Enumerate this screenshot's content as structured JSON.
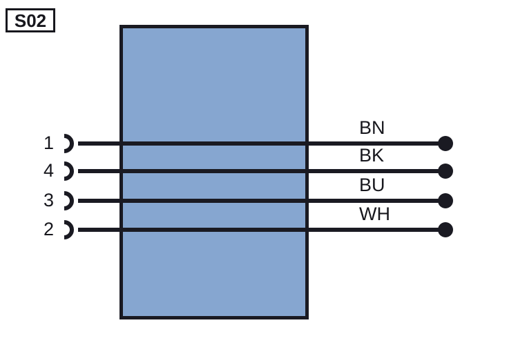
{
  "background_color": "#ffffff",
  "line_color": "#1a1a22",
  "identifier": {
    "label": "S02"
  },
  "device": {
    "fill_color": "#86a6d0",
    "border_color": "#1a1a22"
  },
  "connections": [
    {
      "pin": "1",
      "wire_label": "BN",
      "connector_icon": "socket-icon",
      "terminal_icon": "terminal-dot-icon"
    },
    {
      "pin": "4",
      "wire_label": "BK",
      "connector_icon": "socket-icon",
      "terminal_icon": "terminal-dot-icon"
    },
    {
      "pin": "3",
      "wire_label": "BU",
      "connector_icon": "socket-icon",
      "terminal_icon": "terminal-dot-icon"
    },
    {
      "pin": "2",
      "wire_label": "WH",
      "connector_icon": "socket-icon",
      "terminal_icon": "terminal-dot-icon"
    }
  ]
}
